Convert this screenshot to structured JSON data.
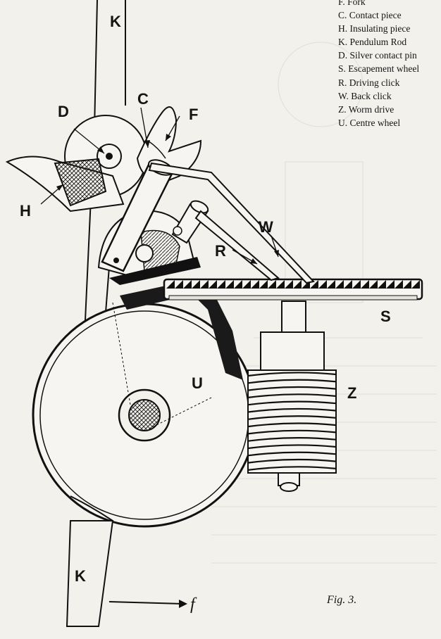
{
  "legend": [
    {
      "key": "F",
      "text": "F. Fork"
    },
    {
      "key": "C",
      "text": "C. Contact piece"
    },
    {
      "key": "H",
      "text": "H. Insulating piece"
    },
    {
      "key": "K",
      "text": "K. Pendulum Rod"
    },
    {
      "key": "D",
      "text": "D. Silver contact pin"
    },
    {
      "key": "S",
      "text": "S. Escapement wheel"
    },
    {
      "key": "R",
      "text": "R. Driving click"
    },
    {
      "key": "W",
      "text": "W. Back click"
    },
    {
      "key": "Z",
      "text": "Z. Worm drive"
    },
    {
      "key": "U",
      "text": "U. Centre wheel"
    }
  ],
  "labels": {
    "k_top": "K",
    "d": "D",
    "c": "C",
    "f": "F",
    "h": "H",
    "w": "W",
    "r": "R",
    "s": "S",
    "u": "U",
    "z": "Z",
    "k_bottom": "K"
  },
  "caption": "Fig. 3.",
  "force_mark": "f"
}
